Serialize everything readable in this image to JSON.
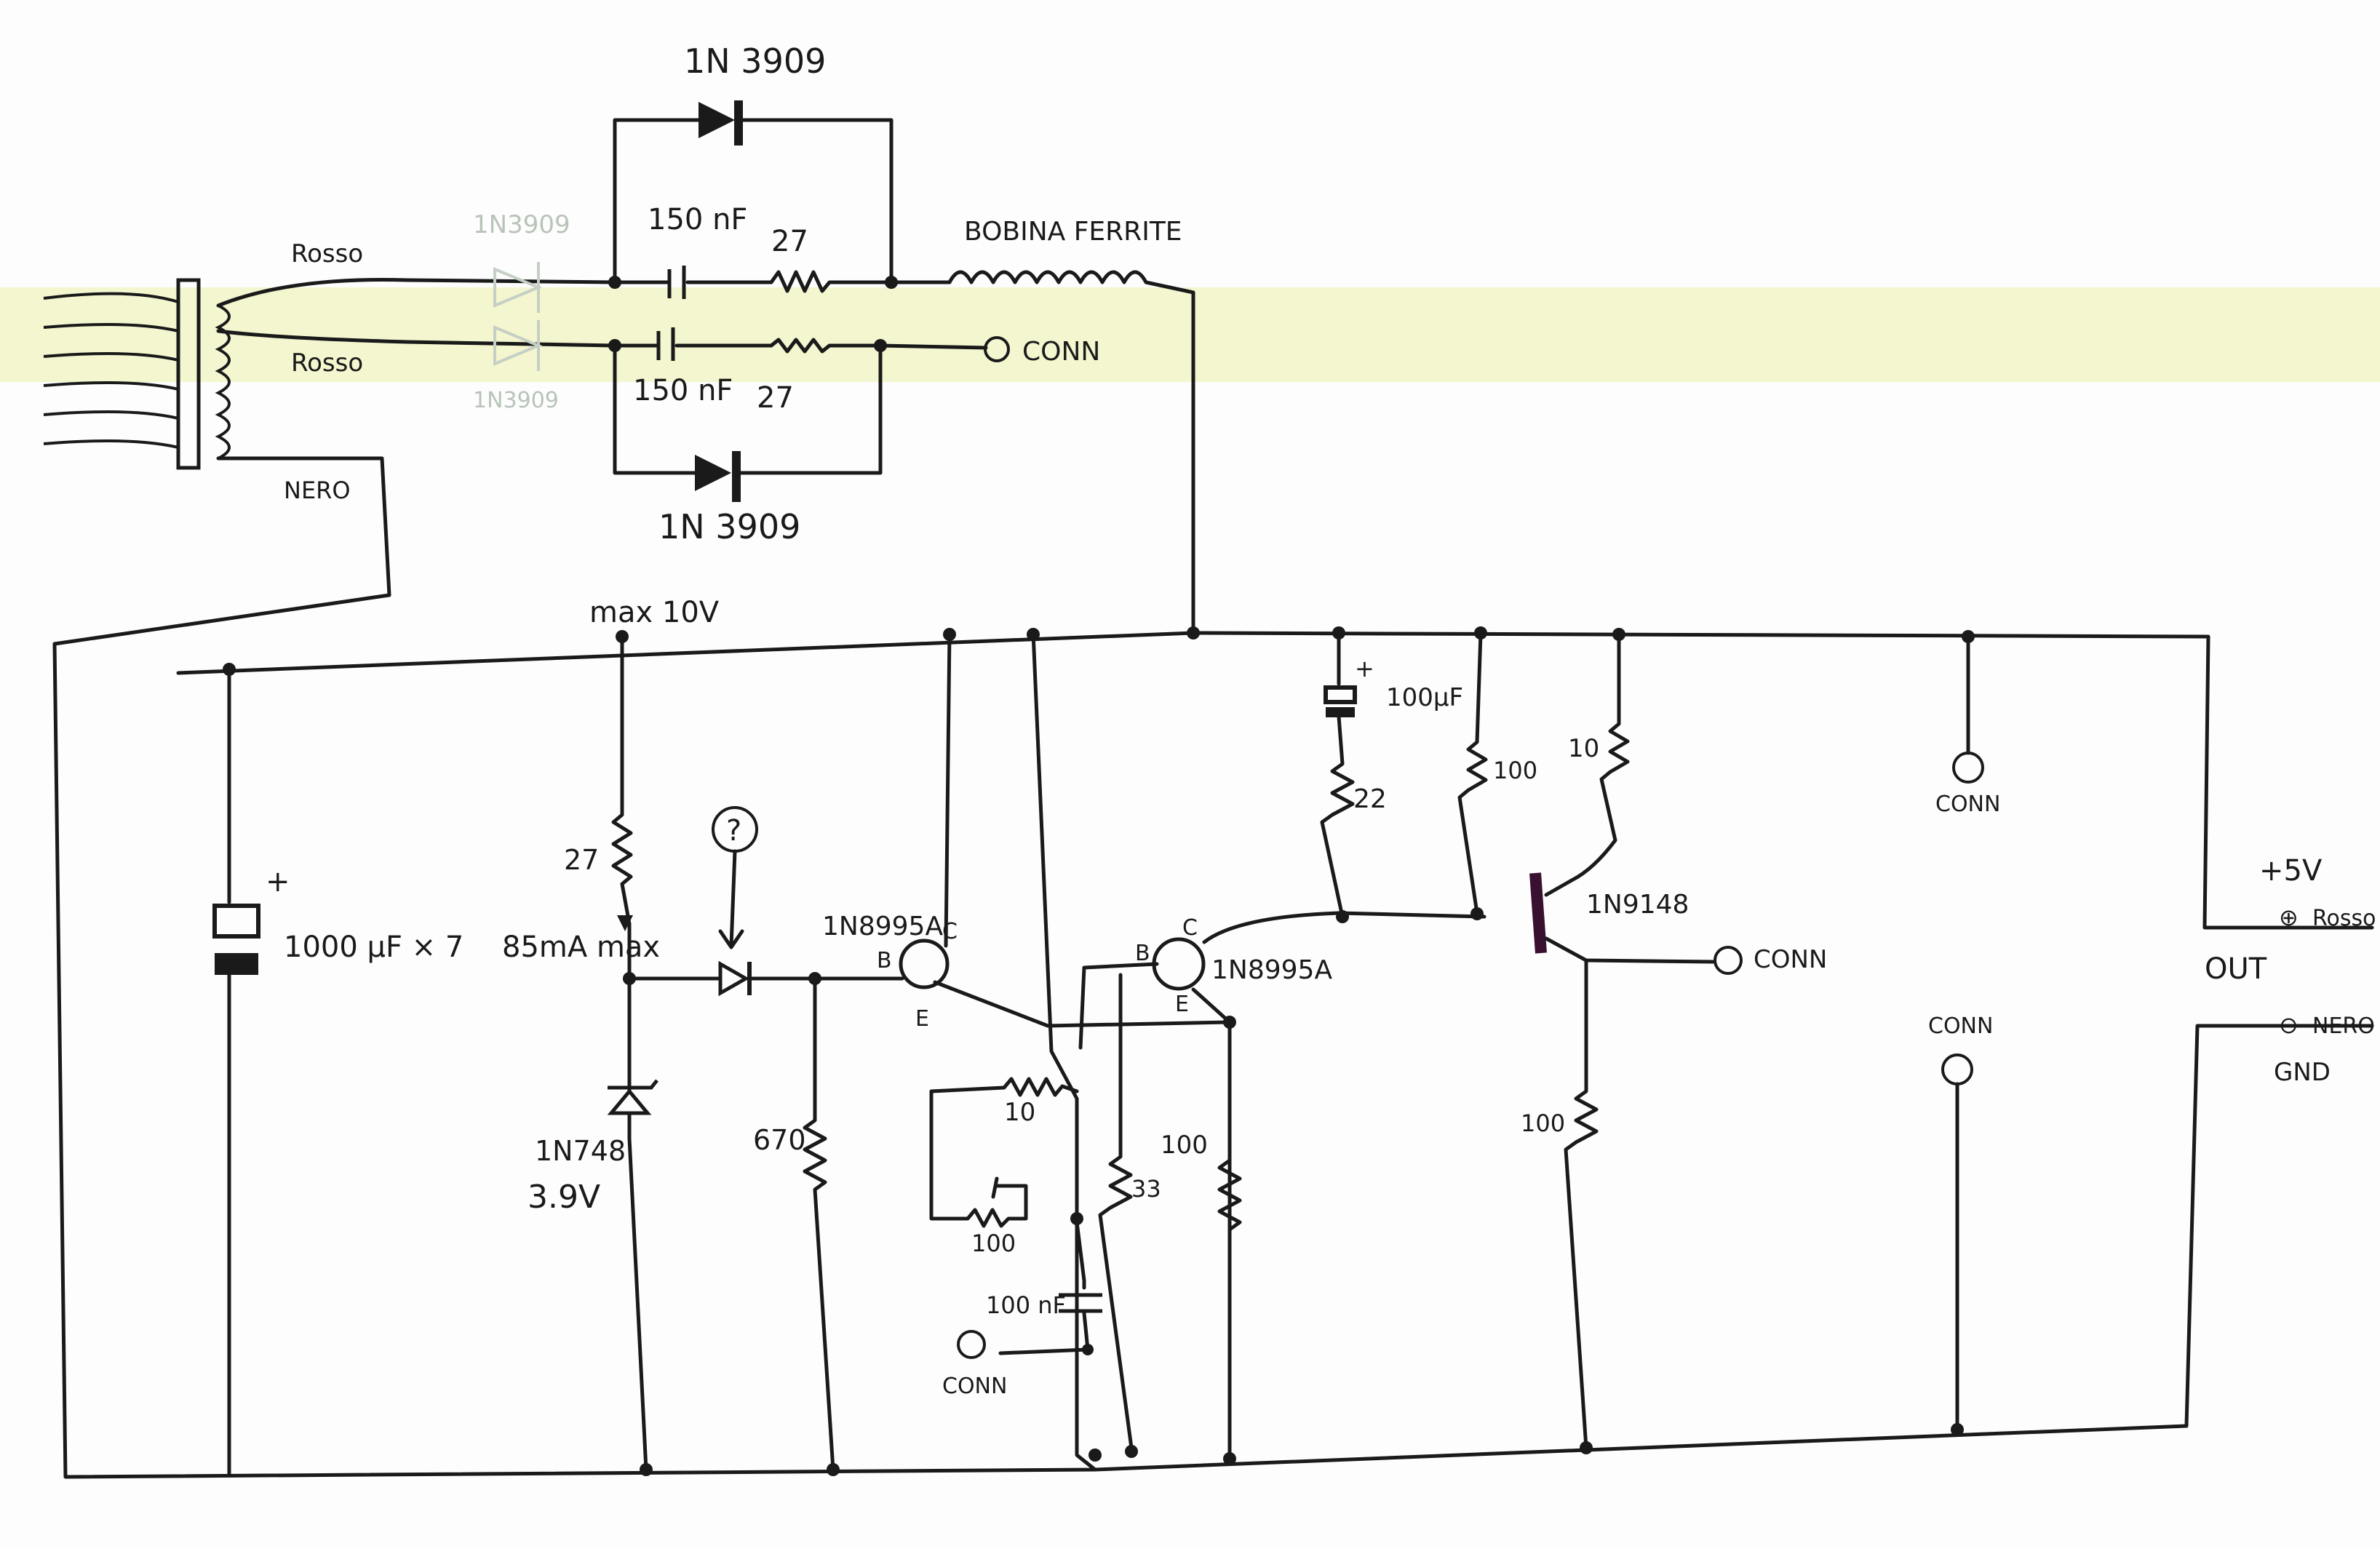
{
  "labels": {
    "diode_top": "1N 3909",
    "diode_bottom": "1N 3909",
    "diode_ghost_top": "1N3909",
    "diode_ghost_bottom": "1N3909",
    "wire_rosso_1": "Rosso",
    "wire_rosso_2": "Rosso",
    "wire_nero": "NERO",
    "cap_top": "150 nF",
    "cap_bottom": "150 nF",
    "res_top": "27",
    "res_bottom": "27",
    "coil": "BOBINA FERRITE",
    "conn": "CONN",
    "max_voltage": "max 10V",
    "main_cap": "1000 µF × 7",
    "current": "85mA max",
    "res_27_mid": "27",
    "zener": "1N748",
    "zener_v": "3.9V",
    "question": "?",
    "res_670": "670",
    "transistor_1": "1N8995A",
    "transistor_2": "1N8995A",
    "res_10_mid": "10",
    "pot_100": "100",
    "cap_100nf": "100 nF",
    "res_33": "33",
    "res_100_a": "100",
    "cap_100uf": "100µF",
    "res_22": "22",
    "res_100_b": "100",
    "res_10_right": "10",
    "transistor_3": "1N9148",
    "res_100_c": "100",
    "plus_5v": "+5V",
    "out": "OUT",
    "rosso_out": "Rosso",
    "nero_out": "NERO",
    "gnd": "GND",
    "pin_c": "C",
    "pin_b": "B",
    "pin_e": "E",
    "plus": "+",
    "plus_sign": "⊕",
    "minus_sign": "⊖"
  }
}
